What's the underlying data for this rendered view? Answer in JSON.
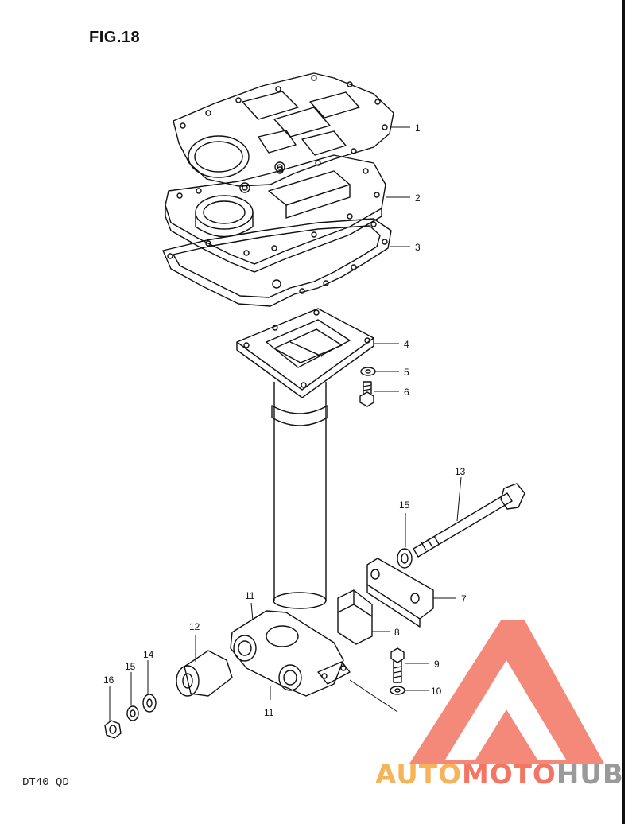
{
  "figure": {
    "title": "FIG.18",
    "model": "DT40 QD"
  },
  "callouts": [
    {
      "id": "c1",
      "label": "1"
    },
    {
      "id": "c2",
      "label": "2"
    },
    {
      "id": "c3",
      "label": "3"
    },
    {
      "id": "c4",
      "label": "4"
    },
    {
      "id": "c5",
      "label": "5"
    },
    {
      "id": "c6",
      "label": "6"
    },
    {
      "id": "c7",
      "label": "7"
    },
    {
      "id": "c8",
      "label": "8"
    },
    {
      "id": "c9",
      "label": "9"
    },
    {
      "id": "c10",
      "label": "10"
    },
    {
      "id": "c11a",
      "label": "11"
    },
    {
      "id": "c11b",
      "label": "11"
    },
    {
      "id": "c12",
      "label": "12"
    },
    {
      "id": "c13",
      "label": "13"
    },
    {
      "id": "c14",
      "label": "14"
    },
    {
      "id": "c15a",
      "label": "15"
    },
    {
      "id": "c15b",
      "label": "15"
    },
    {
      "id": "c16",
      "label": "16"
    }
  ],
  "watermark": {
    "part1": "AUTO",
    "part2": "MOTO",
    "part3": "HUB",
    "colors": {
      "orange": "#f6b45a",
      "red": "#f37563",
      "grey": "#9a9a9a"
    }
  }
}
